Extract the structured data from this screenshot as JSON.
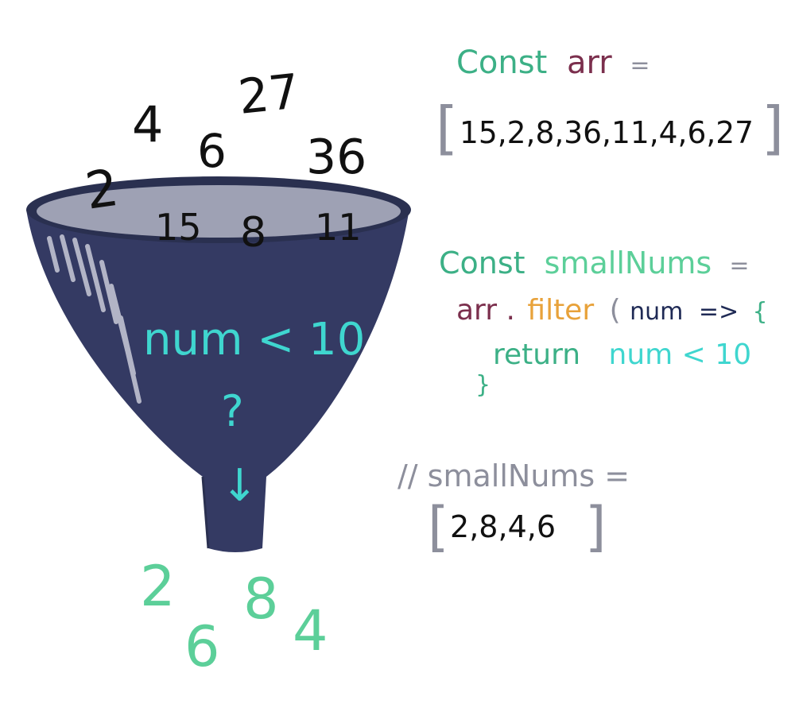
{
  "colors": {
    "funnel_body": "#343a63",
    "funnel_rim": "#2a3050",
    "funnel_inner": "#9ea1b4",
    "highlight": "#c8cad8",
    "teal": "#3fd6cf",
    "green": "#3cb086",
    "light_green": "#5ccf99",
    "plum": "#7b2f4d",
    "orange": "#e8a23a",
    "navy": "#1f2a55",
    "gray": "#8d8f9c",
    "black": "#111111"
  },
  "input_numbers": [
    "2",
    "4",
    "6",
    "27",
    "36",
    "15",
    "8",
    "11"
  ],
  "output_numbers": [
    "2",
    "8",
    "6",
    "4"
  ],
  "funnel": {
    "condition": "num < 10",
    "question": "?",
    "arrow": "↓"
  },
  "code": {
    "line1": {
      "keyword": "Const",
      "name": "arr",
      "eq": "="
    },
    "array": {
      "open": "[",
      "values": [
        "15",
        "2",
        "8",
        "36",
        "11",
        "4",
        "6",
        "27"
      ],
      "close": "]"
    },
    "line3": {
      "keyword": "Const",
      "name": "smallNums",
      "eq": "="
    },
    "line4": {
      "obj": "arr",
      "dot": ".",
      "method": "filter",
      "paren": "(",
      "param": "num",
      "arrow": "=>",
      "brace": "{"
    },
    "line5": {
      "keyword": "return",
      "expr": "num < 10"
    },
    "line6": {
      "brace": "}"
    },
    "comment": "// smallNums =",
    "result": {
      "open": "[",
      "values": [
        "2",
        "8",
        "4",
        "6"
      ],
      "close": "]"
    }
  }
}
